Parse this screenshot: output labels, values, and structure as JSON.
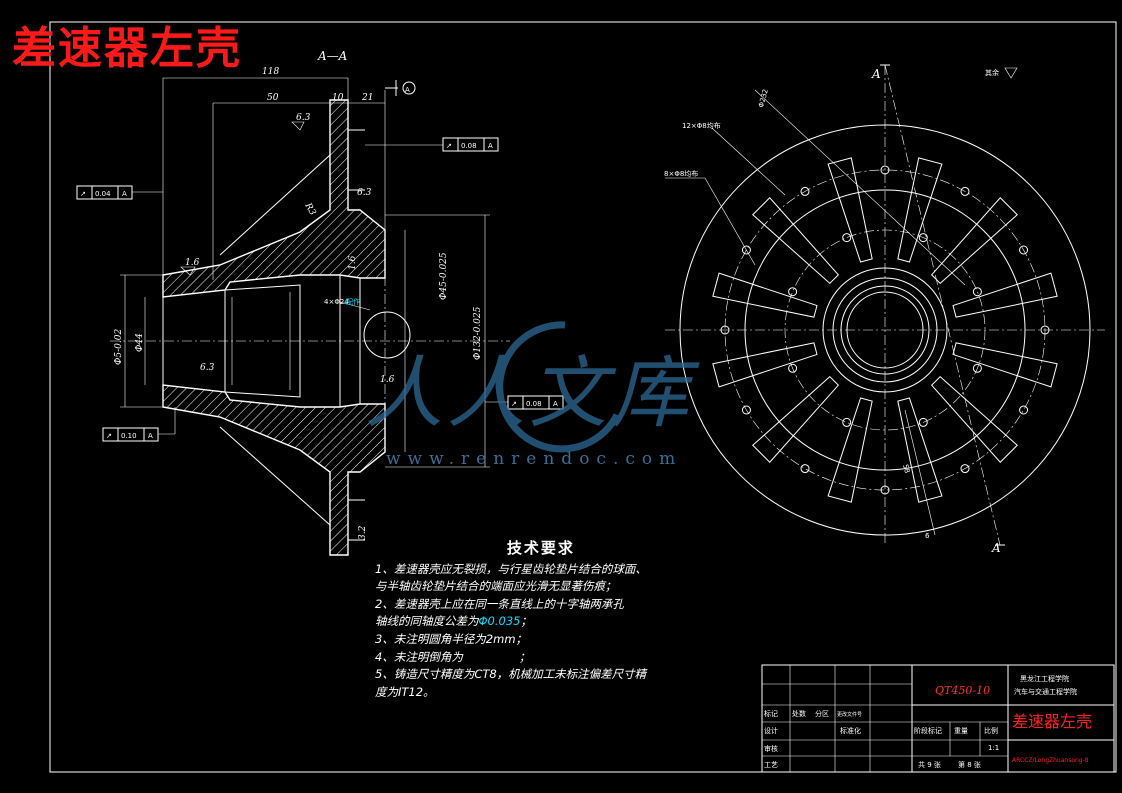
{
  "title_overlay": "差速器左壳",
  "section_label": "A—A",
  "view_marker": "A",
  "datum_flag": "A",
  "dims": {
    "overall_length": "118",
    "inner_length": "50",
    "d10": "10",
    "d21": "21",
    "r63a": "6.3",
    "r63b": "6.3",
    "r63c": "6.3",
    "r16a": "1.6",
    "r16b": "1.6",
    "r16c": "1.6",
    "r32": "3.2",
    "r3": "R3",
    "bore_44": "Φ44",
    "bore_small": "Φ5-0.02",
    "bore_mid": "Φ45-0.025",
    "bore_big": "Φ132-0.025",
    "hole_note": "4×Φ24",
    "hole_note_cyan": "配作",
    "bolt_holes_12": "12×Φ8均布",
    "bolt_holes_8": "8×Φ8均布",
    "pcd": "Φ232",
    "rib_thk": "6",
    "rib_len": "58",
    "other_rough": "其余"
  },
  "tolerances": [
    {
      "symbol": "↗",
      "value": "0.04",
      "datum": "A"
    },
    {
      "symbol": "↗",
      "value": "0.08",
      "datum": "A"
    },
    {
      "symbol": "↗",
      "value": "0.08",
      "datum": "A"
    },
    {
      "symbol": "↗",
      "value": "0.10",
      "datum": "A"
    }
  ],
  "tech_requirements": {
    "title": "技术要求",
    "lines": [
      "1、差速器壳应无裂损，与行星齿轮垫片结合的球面、",
      "与半轴齿轮垫片结合的端面应光滑无显著伤痕；",
      "2、差速器壳上应在同一条直线上的十字轴两承孔",
      "轴线的同轴度公差为",
      "3、未注明圆角半径为2mm；",
      "4、未注明倒角为",
      "5、铸造尺寸精度为CT8，机械加工未标注偏差尺寸精",
      "度为IT12。"
    ],
    "coaxial_value": "Φ0.035",
    "coaxial_end": "；",
    "chamfer_end": "；"
  },
  "title_block": {
    "material": "QT450-10",
    "school_line1": "黑龙江工程学院",
    "school_line2": "汽车与交通工程学院",
    "part_name": "差速器左壳",
    "labels": {
      "mark": "标记",
      "count": "处数",
      "zone": "分区",
      "doc": "更改文件号",
      "design": "设计",
      "std": "标准化",
      "stage": "阶段标记",
      "weight": "重量",
      "scale": "比例",
      "check": "审核",
      "process": "工艺",
      "sheets": "共 9 张",
      "sheet": "第 8 张"
    },
    "scale_value": "1:1",
    "drawing_no": "ARCCZ/LongZhuansong-8"
  },
  "watermark": {
    "brand": "人人文库",
    "url": "www.renrendoc.com"
  },
  "colors": {
    "background": "#000000",
    "lines": "#ffffff",
    "title_red": "#ff1a1a",
    "accent_cyan": "#00e0ff",
    "material_red": "#ff3030",
    "watermark_blue": "#2d6a96"
  }
}
